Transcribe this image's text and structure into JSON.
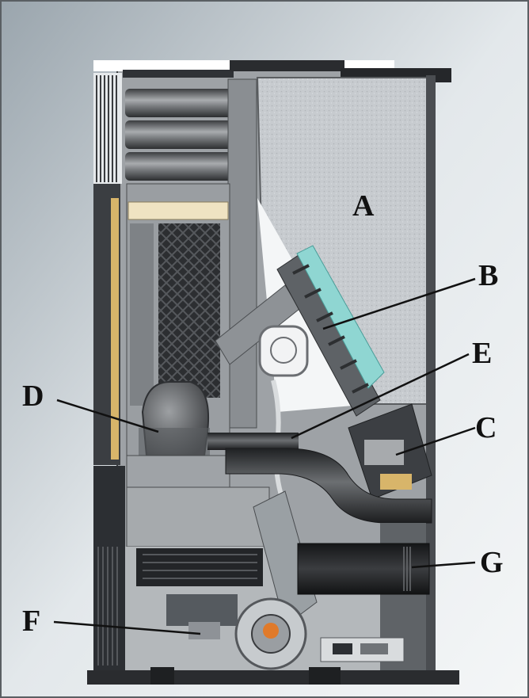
{
  "labels": {
    "a": "A",
    "b": "B",
    "c": "C",
    "d": "D",
    "e": "E",
    "f": "F",
    "g": "G"
  },
  "colors": {
    "background_top": "#8f9aa3",
    "background_mid": "#dde3e7",
    "hopper_fill": "#c9cdd1",
    "panel_dark": "#2f3236",
    "metal_mid": "#8c9094",
    "metal_light": "#b9bdc0",
    "auger_glass": "#8fd6d2",
    "ignition_orange": "#e07a2a",
    "wood_strip": "#d8b56a"
  }
}
